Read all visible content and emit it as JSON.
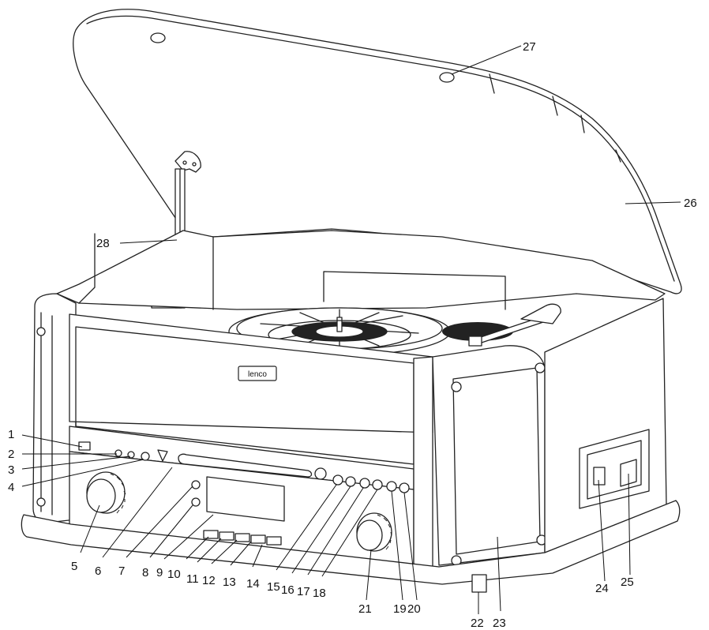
{
  "callouts": [
    {
      "id": "1",
      "label": "1"
    },
    {
      "id": "2",
      "label": "2"
    },
    {
      "id": "3",
      "label": "3"
    },
    {
      "id": "4",
      "label": "4"
    },
    {
      "id": "5",
      "label": "5"
    },
    {
      "id": "6",
      "label": "6"
    },
    {
      "id": "7",
      "label": "7"
    },
    {
      "id": "8",
      "label": "8"
    },
    {
      "id": "9",
      "label": "9"
    },
    {
      "id": "10",
      "label": "10"
    },
    {
      "id": "11",
      "label": "11"
    },
    {
      "id": "12",
      "label": "12"
    },
    {
      "id": "13",
      "label": "13"
    },
    {
      "id": "14",
      "label": "14"
    },
    {
      "id": "15",
      "label": "15"
    },
    {
      "id": "16",
      "label": "16"
    },
    {
      "id": "17",
      "label": "17"
    },
    {
      "id": "18",
      "label": "18"
    },
    {
      "id": "19",
      "label": "19"
    },
    {
      "id": "20",
      "label": "20"
    },
    {
      "id": "21",
      "label": "21"
    },
    {
      "id": "22",
      "label": "22"
    },
    {
      "id": "23",
      "label": "23"
    },
    {
      "id": "24",
      "label": "24"
    },
    {
      "id": "25",
      "label": "25"
    },
    {
      "id": "26",
      "label": "26"
    },
    {
      "id": "27",
      "label": "27"
    },
    {
      "id": "28",
      "label": "28"
    }
  ],
  "brand_badge": "lenco"
}
